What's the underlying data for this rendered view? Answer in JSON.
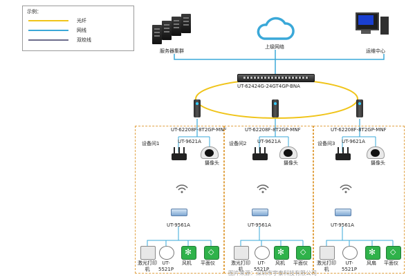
{
  "legend": {
    "title": "示例：",
    "items": [
      {
        "label": "光纤",
        "color": "#f0c419"
      },
      {
        "label": "网线",
        "color": "#3aa8d8"
      },
      {
        "label": "双绞线",
        "color": "#6b6b8a"
      }
    ]
  },
  "top": {
    "server_label": "服务器集群",
    "cloud_label": "上级网络",
    "center_label": "运维中心"
  },
  "core_switch": {
    "label": "UT-62424G-24GT4GP-BNA"
  },
  "switch_label": "UT-62208F-8T2GP-MNF",
  "rooms": [
    {
      "title": "设备间1",
      "router": "UT-9621A",
      "camera": "摄像头",
      "ap": "UT-9561A",
      "devices": [
        "激光打印机",
        "UT-5521P",
        "风机",
        "平面仪"
      ]
    },
    {
      "title": "设备间2",
      "router": "UT-9621A",
      "camera": "摄像头",
      "ap": "UT-9561A",
      "devices": [
        "激光打印机",
        "UT-5521P",
        "风机",
        "平面仪"
      ]
    },
    {
      "title": "设备间3",
      "router": "UT-9621A",
      "camera": "摄像头",
      "ap": "UT-9561A",
      "devices": [
        "激光打印机",
        "UT-5521P",
        "风扇",
        "平面仪"
      ]
    }
  ],
  "watermark": "图片来源：深圳市宇泰科技有限公司",
  "colors": {
    "fiber": "#f0c419",
    "lan": "#3aa8d8",
    "twisted": "#6b6b8a",
    "room_border": "#e0a040"
  }
}
